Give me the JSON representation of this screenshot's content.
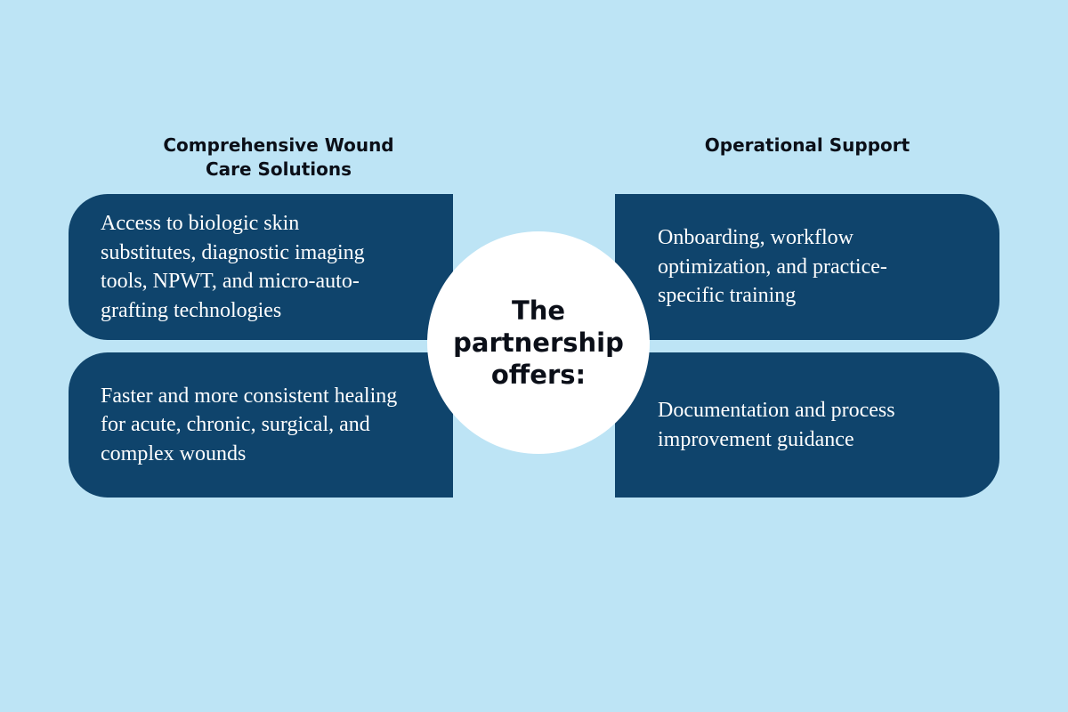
{
  "colors": {
    "background": "#bde4f5",
    "card": "#0f446c",
    "circle": "#ffffff"
  },
  "headings": {
    "left": "Comprehensive Wound Care Solutions",
    "right": "Operational Support"
  },
  "center": {
    "label": "The partnership offers:"
  },
  "cards": {
    "left_top": "Access to biologic skin substitutes, diagnostic imaging tools, NPWT, and micro-auto-grafting technologies",
    "left_bottom": "Faster and more consistent healing for acute, chronic, surgical, and complex wounds",
    "right_top": "Onboarding, workflow optimization, and practice-specific training",
    "right_bottom": "Documentation and process improvement guidance"
  }
}
